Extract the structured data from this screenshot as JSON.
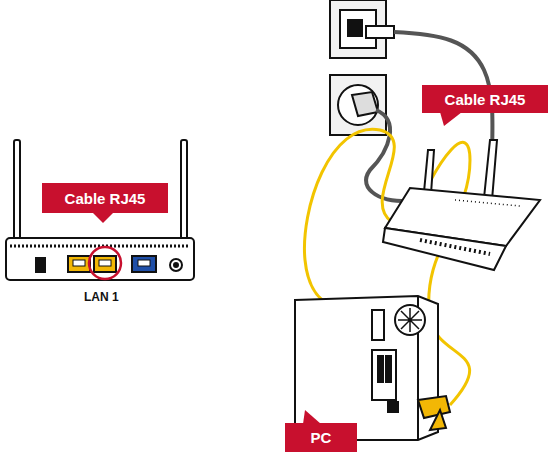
{
  "diagram": {
    "nodes": [
      {
        "text": [
          "Cable RJ45"
        ]
      },
      {
        "text": [
          "Cable RJ45"
        ]
      },
      {
        "text": [
          "PC"
        ]
      }
    ],
    "labels": [
      "LAN 1"
    ]
  }
}
